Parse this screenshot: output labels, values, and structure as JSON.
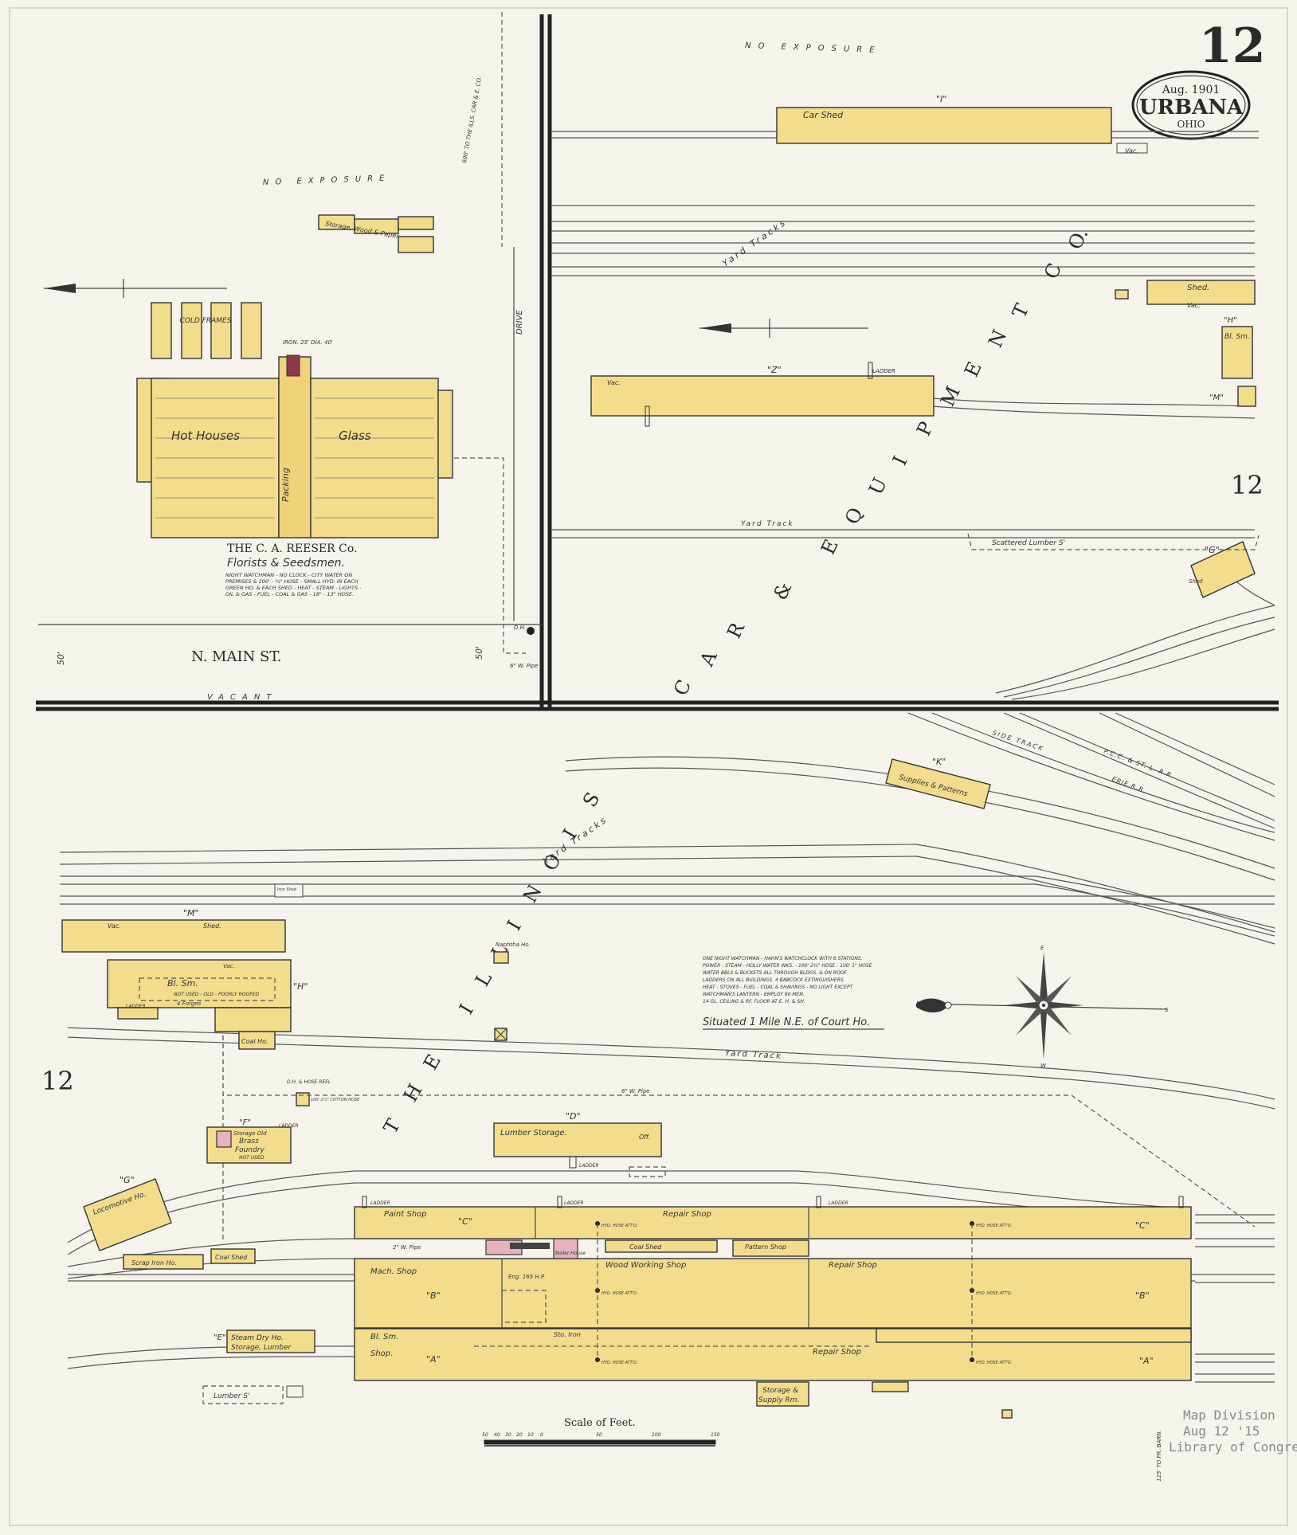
{
  "sheet": {
    "number": "12",
    "edge_numbers": [
      "12",
      "12"
    ],
    "badge": {
      "date": "Aug. 1901",
      "city": "URBANA",
      "state": "OHIO"
    }
  },
  "streets": {
    "main": "N. MAIN ST.",
    "drive": "DRIVE",
    "vacant": "VACANT",
    "width_left": "50'",
    "width_right": "50'"
  },
  "exposure": {
    "top": "NO EXPOSURE",
    "left": "NO EXPOSURE"
  },
  "company_labels": {
    "car_co": [
      "C",
      "A",
      "R",
      "&",
      "E",
      "Q",
      "U",
      "I",
      "P",
      "M",
      "E",
      "N",
      "T",
      "C",
      "O."
    ],
    "illinois": [
      "T",
      "H",
      "E",
      "I",
      "L",
      "L",
      "I",
      "N",
      "O",
      "I",
      "S"
    ]
  },
  "reeser": {
    "hot_houses": "Hot Houses",
    "glass": "Glass",
    "packing": "Packing",
    "cold_frames": "COLD FRAMES",
    "name": "THE C. A. REESER Co.",
    "sub": "Florists & Seedsmen.",
    "notes": [
      "NIGHT WATCHMAN - NO CLOCK - CITY WATER ON",
      "PREMISES & 200' - ¾\" HOSE - SMALL HYD. IN EACH",
      "GREEN HO. & EACH SHED - HEAT - STEAM - LIGHTS -",
      "OIL & GAS - FUEL - COAL & GAS - 18\" - 13\" HOSE."
    ],
    "storage": "Storage, Wood & Paper",
    "chimney": "IRON. 25' DIA. 40'"
  },
  "tracks": {
    "yard_tracks_top": "Yard Tracks",
    "yard_track_mid": "Yard Track",
    "yard_tracks_low": "Yard Tracks",
    "yard_track_bottom": "Yard Track",
    "side_track": "SIDE TRACK",
    "pcc": "P.C.C. & ST. L. R.R.",
    "erie": "ERIE R.R.",
    "to_co": "600' TO THE ILLS. CAR & E. CO."
  },
  "buildings": {
    "car_shed": "Car Shed",
    "i_label": "\"I\"",
    "vac": "Vac.",
    "shed": "Shed.",
    "z_label": "\"Z\"",
    "ladder": "LADDER",
    "h_top": "\"H\"",
    "bl_sm": "Bl. Sm.",
    "m_top": "\"M\"",
    "g_top": "\"G\"",
    "g_shed": "Shed",
    "scattered": "Scattered Lumber S'",
    "k_label": "\"K\"",
    "supplies": "Supplies & Patterns",
    "m_shed": "Shed.",
    "m_label": "\"M\"",
    "iron_shed": "Iron Shed",
    "h_bl": "Bl. Sm.",
    "h_note": "NOT USED - OLD - POORLY ROOFED",
    "h_forges": "4 Forges",
    "h_label": "\"H\"",
    "coal_ho": "Coal Ho.",
    "naphtha": "Naphtha Ho.",
    "dh_hose": "D.H. & HOSE REEL",
    "hose_note": "100' 2½\" COTTON HOSE",
    "f_label": "\"F\"",
    "foundry": [
      "Storage Old",
      "Brass",
      "Foundry",
      "NOT USED"
    ],
    "d_label": "\"D\"",
    "lumber_storage": "Lumber Storage.",
    "off": "Off.",
    "g_loco": "\"G\"",
    "loco_ho": "Locomotive Ho.",
    "scrap": "Scrap Iron Ho.",
    "coal_shed": "Coal Shed",
    "paint": "Paint Shop",
    "c_label": "\"C\"",
    "repair1": "Repair Shop",
    "c_label2": "\"C\"",
    "mach": "Mach. Shop",
    "b_label": "\"B\"",
    "wood": "Wood Working Shop",
    "repair2": "Repair Shop",
    "b_label2": "\"B\"",
    "bl_shop": "Bl. Sm.",
    "shop": "Shop.",
    "a_label": "\"A\"",
    "sto_iron": "Sto. Iron",
    "repair3": "Repair Shop",
    "a_label2": "\"A\"",
    "pattern": "Pattern Shop",
    "coal_shed2": "Coal Shed",
    "eng": "Eng. 165 H.P.",
    "boiler": "Boiler House",
    "e_label": "\"E\"",
    "steam_dry": [
      "Steam Dry Ho.",
      "Storage, Lumber"
    ],
    "lumber_s": "Lumber S'",
    "storage_supply": [
      "Storage &",
      "Supply Rm."
    ],
    "hyd": "HYD. HOSE ATT'D.",
    "pipe": "6\" W. Pipe",
    "pipe2": "2\" W. Pipe"
  },
  "fire_notes": [
    "ONE NIGHT WATCHMAN - HAHN'S WATCHCLOCK WITH 6 STATIONS.",
    "POWER - STEAM - HOLLY WATER WKS. - 100' 2½\" HOSE - 100' 1\" HOSE",
    "WATER BBLS & BUCKETS ALL THROUGH BLDGS. & ON ROOF.",
    "LADDERS ON ALL BUILDINGS. 4 BABCOCK EXTINGUISHERS.",
    "HEAT - STOVES - FUEL - COAL & SHAVINGS - NO LIGHT EXCEPT",
    "WATCHMAN'S LANTERN - EMPLOY 90 MEN.",
    "14 GL. CEILING & RF. FLOOR AT E. H. & SH."
  ],
  "situated": "Situated 1 Mile N.E. of Court Ho.",
  "compass": {
    "n": "N",
    "s": "S",
    "e": "E",
    "w": "W"
  },
  "scale": {
    "title": "Scale of Feet.",
    "ticks": [
      "50",
      "40",
      "30",
      "20",
      "10",
      "0",
      "50",
      "100",
      "150"
    ]
  },
  "stamp": [
    "Map Division",
    "Aug 12 '15",
    "Library of Congress"
  ],
  "margin_note": "125' TO FR. BARN."
}
